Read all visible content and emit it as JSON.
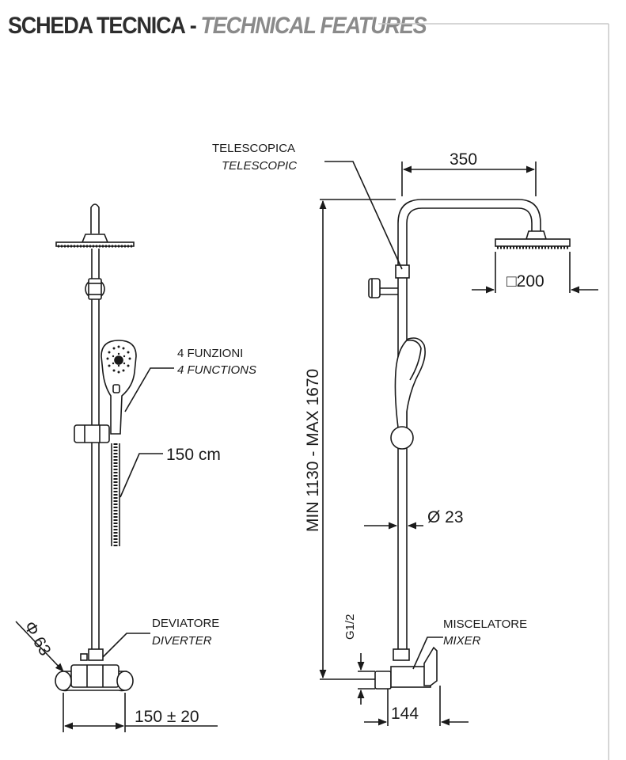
{
  "header": {
    "title_it": "SCHEDA TECNICA",
    "separator": "-",
    "title_en": "TECHNICAL FEATURES"
  },
  "front_view": {
    "functions_it": "4 FUNZIONI",
    "functions_en": "4 FUNCTIONS",
    "hose_length": "150 cm",
    "diverter_it": "DEVIATORE",
    "diverter_en": "DIVERTER",
    "base_diameter": "Φ 63",
    "center_distance": "150 ± 20"
  },
  "side_view": {
    "telescopic_it": "TELESCOPICA",
    "telescopic_en": "TELESCOPIC",
    "arm_length": "350",
    "head_size": "□200",
    "height_range": "MIN 1130 - MAX 1670",
    "pipe_diameter": "Ø 23",
    "thread": "G1/2",
    "mixer_it": "MISCELATORE",
    "mixer_en": "MIXER",
    "wall_offset": "144"
  },
  "colors": {
    "line": "#1a1a1a",
    "header_dark": "#2d2d2d",
    "header_light": "#8a8a8a",
    "frame": "#c8c8c8"
  }
}
